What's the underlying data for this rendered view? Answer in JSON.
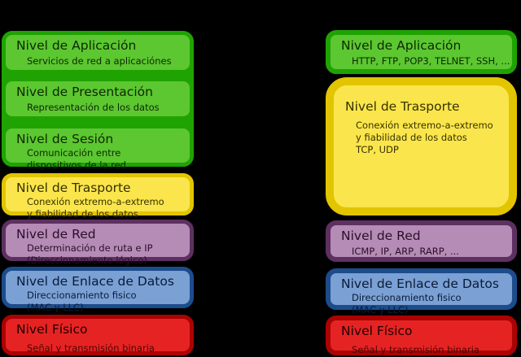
{
  "palette": {
    "background": "#000000",
    "green": {
      "fill": "#5cc731",
      "border": "#1fa303"
    },
    "yellow": {
      "fill": "#fae64c",
      "border": "#e2c500"
    },
    "purple": {
      "fill": "#b58cb5",
      "border": "#5e3061"
    },
    "blue": {
      "fill": "#7aa0d4",
      "border": "#1d4c8c"
    },
    "red": {
      "fill": "#e62323",
      "border": "#ab0303"
    }
  },
  "osi_stack": {
    "layers": [
      {
        "color": "green",
        "title": "Nivel de Aplicación",
        "lines": [
          "Servicios de red a aplicaciónes"
        ]
      },
      {
        "color": "green",
        "title": "Nivel de Presentación",
        "lines": [
          "Representación de los datos"
        ]
      },
      {
        "color": "green",
        "title": "Nivel de Sesión",
        "lines": [
          "Comunicación entre",
          "dispositivos de la red"
        ]
      },
      {
        "color": "yellow",
        "title": "Nivel de Trasporte",
        "lines": [
          "Conexión extremo-a-extremo",
          "y fiabilidad de los datos"
        ]
      },
      {
        "color": "purple",
        "title": "Nivel de Red",
        "lines": [
          "Determinación de ruta e IP",
          "(Direccionamiento lógico)"
        ]
      },
      {
        "color": "blue",
        "title": "Nivel de Enlace de Datos",
        "lines": [
          "Direccionamiento fisico",
          "(MAC y LLC)"
        ]
      },
      {
        "color": "red",
        "title": "Nivel Físico",
        "lines": [
          "Señal y transmisión binaria"
        ]
      }
    ]
  },
  "tcpip_stack": {
    "layers": [
      {
        "color": "green",
        "title": "Nivel de Aplicación",
        "lines": [
          "HTTP, FTP, POP3, TELNET, SSH, ..."
        ]
      },
      {
        "color": "yellow",
        "title": "Nivel de Trasporte",
        "lines": [
          "Conexión extremo-a-extremo",
          "y fiabilidad de los datos",
          "TCP, UDP"
        ]
      },
      {
        "color": "purple",
        "title": "Nivel de Red",
        "lines": [
          "ICMP, IP, ARP, RARP, ..."
        ]
      },
      {
        "color": "blue",
        "title": "Nivel de Enlace de Datos",
        "lines": [
          "Direccionamiento fisico",
          "(MAC y LLC)"
        ]
      },
      {
        "color": "red",
        "title": "Nivel Físico",
        "lines": [
          "Señal y transmisión binaria"
        ]
      }
    ]
  }
}
